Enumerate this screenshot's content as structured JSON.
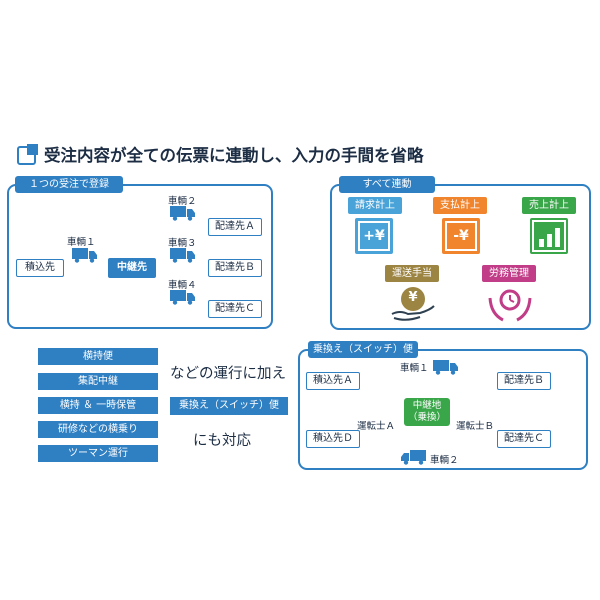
{
  "headline": "受注内容が全ての伝票に連動し、入力の手間を省略",
  "left_panel": {
    "title": "１つの受注で登録",
    "origin": "積込先",
    "vehicle1": "車輌１",
    "hub": "中継先",
    "vehicle2": "車輌２",
    "vehicle3": "車輌３",
    "vehicle4": "車輌４",
    "dest_a": "配達先Ａ",
    "dest_b": "配達先Ｂ",
    "dest_c": "配達先Ｃ"
  },
  "right_panel": {
    "title": "すべて連動",
    "items": [
      {
        "label": "請求計上",
        "icon": "yen-plus-icon",
        "color": "#4aa3d8",
        "symbol": "+¥"
      },
      {
        "label": "支払計上",
        "icon": "yen-minus-icon",
        "color": "#f0852d",
        "symbol": "-¥"
      },
      {
        "label": "売上計上",
        "icon": "bar-chart-icon",
        "color": "#3aa64a",
        "symbol": ""
      },
      {
        "label": "運送手当",
        "icon": "yen-coin-hand-icon",
        "color": "#9c8443",
        "symbol": "¥"
      },
      {
        "label": "労務管理",
        "icon": "clock-hands-icon",
        "color": "#c13d87",
        "symbol": ""
      }
    ]
  },
  "operations": {
    "buttons": [
      "横持便",
      "集配中継",
      "横持 ＆ 一時保管",
      "研修などの横乗り",
      "ツーマン運行"
    ],
    "text1": "などの運行に加え",
    "switch_button": "乗換え（スイッチ）便",
    "text2": "にも対応"
  },
  "switch_panel": {
    "title": "乗換え（スイッチ）便",
    "load_a": "積込先Ａ",
    "load_d": "積込先Ｄ",
    "dest_b": "配達先Ｂ",
    "dest_c": "配達先Ｃ",
    "hub_line1": "中継地",
    "hub_line2": "（乗換）",
    "vehicle1": "車輌１",
    "vehicle2": "車輌２",
    "driver_a": "運転士Ａ",
    "driver_b": "運転士Ｂ"
  },
  "colors": {
    "primary": "#2f7fc3",
    "text": "#1c2d44",
    "hub_green": "#3aa64a"
  }
}
